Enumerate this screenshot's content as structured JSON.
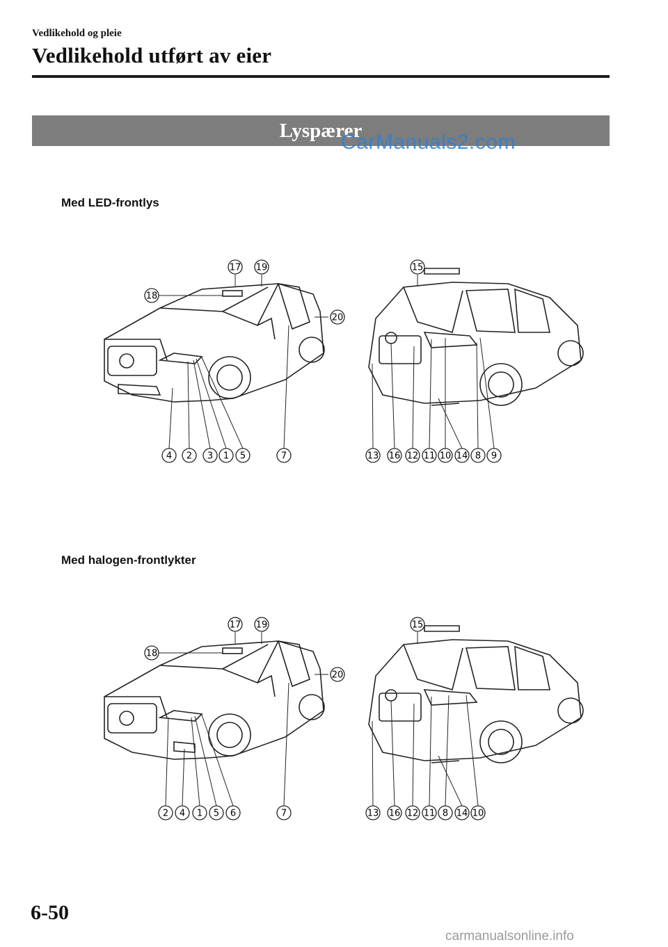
{
  "header": {
    "breadcrumb": "Vedlikehold og pleie",
    "title": "Vedlikehold utført av eier"
  },
  "section": {
    "title": "Lyspærer"
  },
  "watermark": {
    "top": "CarManuals2.com",
    "bottom": "carmanualsonline.info"
  },
  "diagrams": [
    {
      "heading": "Med LED-frontlys",
      "front_top_labels": [
        "17",
        "19"
      ],
      "front_left_label": "18",
      "front_right_label": "20",
      "front_bottom_labels": [
        "4",
        "2",
        "3",
        "1",
        "5",
        "7"
      ],
      "rear_top_label": "15",
      "rear_bottom_labels": [
        "13",
        "16",
        "12",
        "11",
        "10",
        "14",
        "8",
        "9"
      ]
    },
    {
      "heading": "Med halogen-frontlykter",
      "front_top_labels": [
        "17",
        "19"
      ],
      "front_left_label": "18",
      "front_right_label": "20",
      "front_bottom_labels": [
        "2",
        "4",
        "1",
        "5",
        "6",
        "7"
      ],
      "rear_top_label": "15",
      "rear_bottom_labels": [
        "13",
        "16",
        "12",
        "11",
        "8",
        "14",
        "10"
      ]
    }
  ],
  "page": {
    "number": "6-50"
  }
}
